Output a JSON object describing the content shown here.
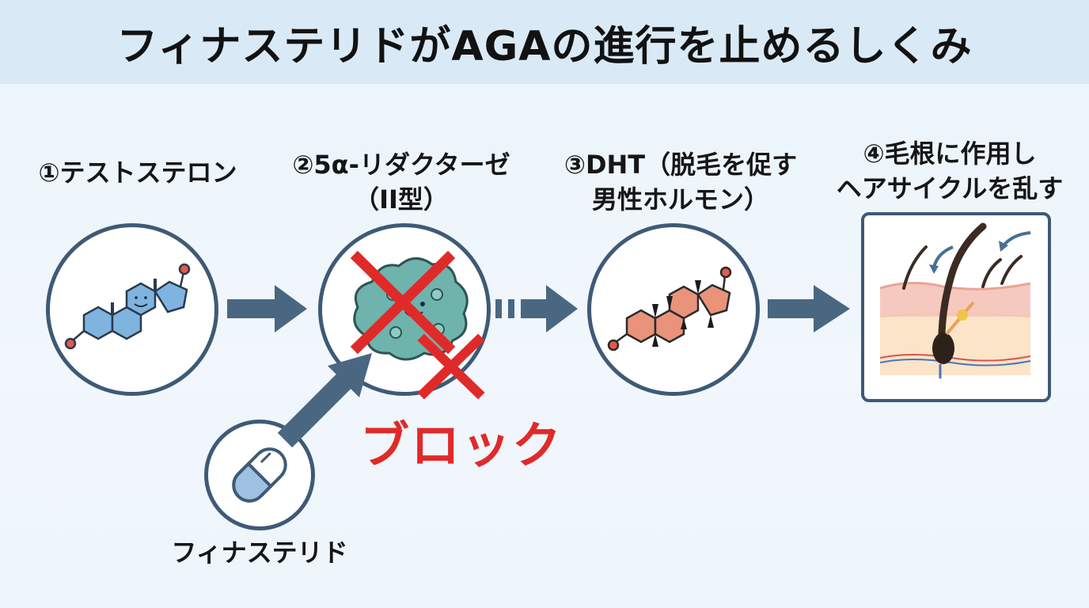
{
  "title": "フィナステリドがAGAの進行を止めるしくみ",
  "steps": [
    {
      "lines": [
        "①テストステロン"
      ]
    },
    {
      "lines": [
        "②5α-リダクターゼ",
        "（II型）"
      ]
    },
    {
      "lines": [
        "③DHT（脱毛を促す",
        "男性ホルモン）"
      ]
    },
    {
      "lines": [
        "④毛根に作用し",
        "ヘアサイクルを乱す"
      ]
    }
  ],
  "block_label": "ブロック",
  "drug_label": "フィナステリド",
  "colors": {
    "title_bg": "#d9eaf6",
    "arrow": "#4a6782",
    "circle_border": "#3e5a76",
    "block_red": "#e02a2a",
    "testosterone_blue": "#7fb3e0",
    "dht_orange": "#e8937a",
    "enzyme_teal": "#6fb3ad"
  },
  "icons": [
    "testosterone-molecule-icon",
    "enzyme-icon",
    "dht-molecule-icon",
    "hair-follicle-icon",
    "capsule-icon",
    "red-x-icon"
  ]
}
